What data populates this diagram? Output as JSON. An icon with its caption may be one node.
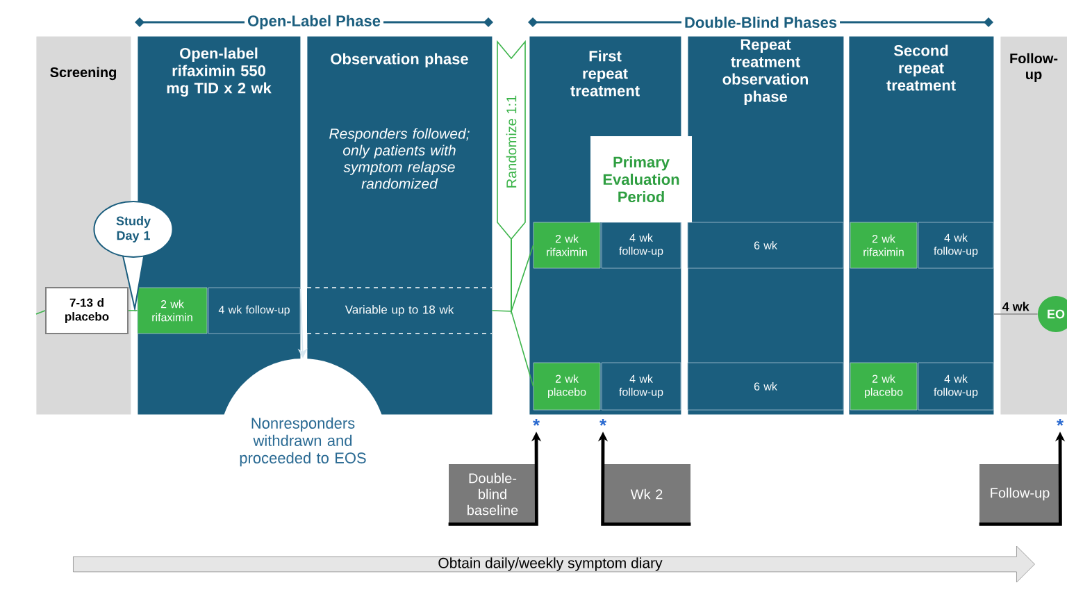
{
  "diagram": {
    "nodes": [
      {
        "text": [
          "Screening"
        ]
      },
      {
        "text": [
          "7-13 d placebo"
        ],
        "in": 0
      },
      {
        "text": [
          "Open-label rifaximin 550 mg TID x 2 wk"
        ]
      },
      {
        "text": [
          "2 wk rifaximin"
        ],
        "in": 2
      },
      {
        "text": [
          "4 wk follow-up"
        ],
        "in": 2
      },
      {
        "text": [
          "Observation phase",
          "Responders followed; only patients with symptom relapse randomized"
        ]
      },
      {
        "text": [
          "Variable up to 18 wk"
        ],
        "in": 5
      },
      {
        "text": [
          "Study Day 1"
        ]
      },
      {
        "text": [
          "Nonresponders withdrawn and proceeded to EOS"
        ]
      },
      {
        "text": [
          "Randomize 1:1"
        ]
      },
      {
        "text": [
          "First repeat treatment"
        ]
      },
      {
        "text": [
          "Primary Evaluation Period"
        ]
      },
      {
        "text": [
          "2 wk rifaximin"
        ],
        "in": 10
      },
      {
        "text": [
          "4 wk follow-up"
        ],
        "in": 10
      },
      {
        "text": [
          "2 wk placebo"
        ],
        "in": 10
      },
      {
        "text": [
          "4 wk follow-up"
        ],
        "in": 10
      },
      {
        "text": [
          "Repeat treatment observation phase"
        ]
      },
      {
        "text": [
          "6 wk"
        ],
        "in": 16
      },
      {
        "text": [
          "6 wk"
        ],
        "in": 16
      },
      {
        "text": [
          "Second repeat treatment"
        ]
      },
      {
        "text": [
          "2 wk rifaximin"
        ],
        "in": 19
      },
      {
        "text": [
          "4 wk follow-up"
        ],
        "in": 19
      },
      {
        "text": [
          "2 wk placebo"
        ],
        "in": 19
      },
      {
        "text": [
          "4 wk follow-up"
        ],
        "in": 19
      },
      {
        "text": [
          "Follow-up"
        ]
      },
      {
        "text": [
          "EO"
        ],
        "in": 24
      },
      {
        "text": [
          "Double-blind baseline"
        ]
      },
      {
        "text": [
          "Wk 2"
        ]
      },
      {
        "text": [
          "Follow-up"
        ]
      },
      {
        "text": [
          "Obtain daily/weekly symptom diary"
        ]
      },
      {
        "text": [
          "*"
        ]
      },
      {
        "text": [
          "*"
        ]
      },
      {
        "text": [
          "*"
        ]
      }
    ],
    "edges": [
      {
        "from": null,
        "to": 1,
        "arrow": "none"
      },
      {
        "from": 1,
        "to": 3,
        "arrow": "none"
      },
      {
        "from": 6,
        "to": 9,
        "arrow": "none"
      },
      {
        "from": 9,
        "to": 12,
        "arrow": "none"
      },
      {
        "from": 9,
        "to": 14,
        "arrow": "none"
      },
      {
        "from": 19,
        "to": 25,
        "arrow": "none",
        "label": "4 wk",
        "color": "#888888"
      },
      {
        "from": 2,
        "to": 8,
        "arrow": "to",
        "color": "#d6e6ef"
      },
      {
        "from": 26,
        "to": 30,
        "arrow": "to",
        "style": "thick",
        "color": "#000000"
      },
      {
        "from": 27,
        "to": 31,
        "arrow": "to",
        "style": "thick",
        "color": "#000000"
      },
      {
        "from": 28,
        "to": 32,
        "arrow": "to",
        "style": "thick",
        "color": "#000000"
      }
    ],
    "labels": [
      "Open-Label Phase",
      "Double-Blind Phases"
    ]
  }
}
